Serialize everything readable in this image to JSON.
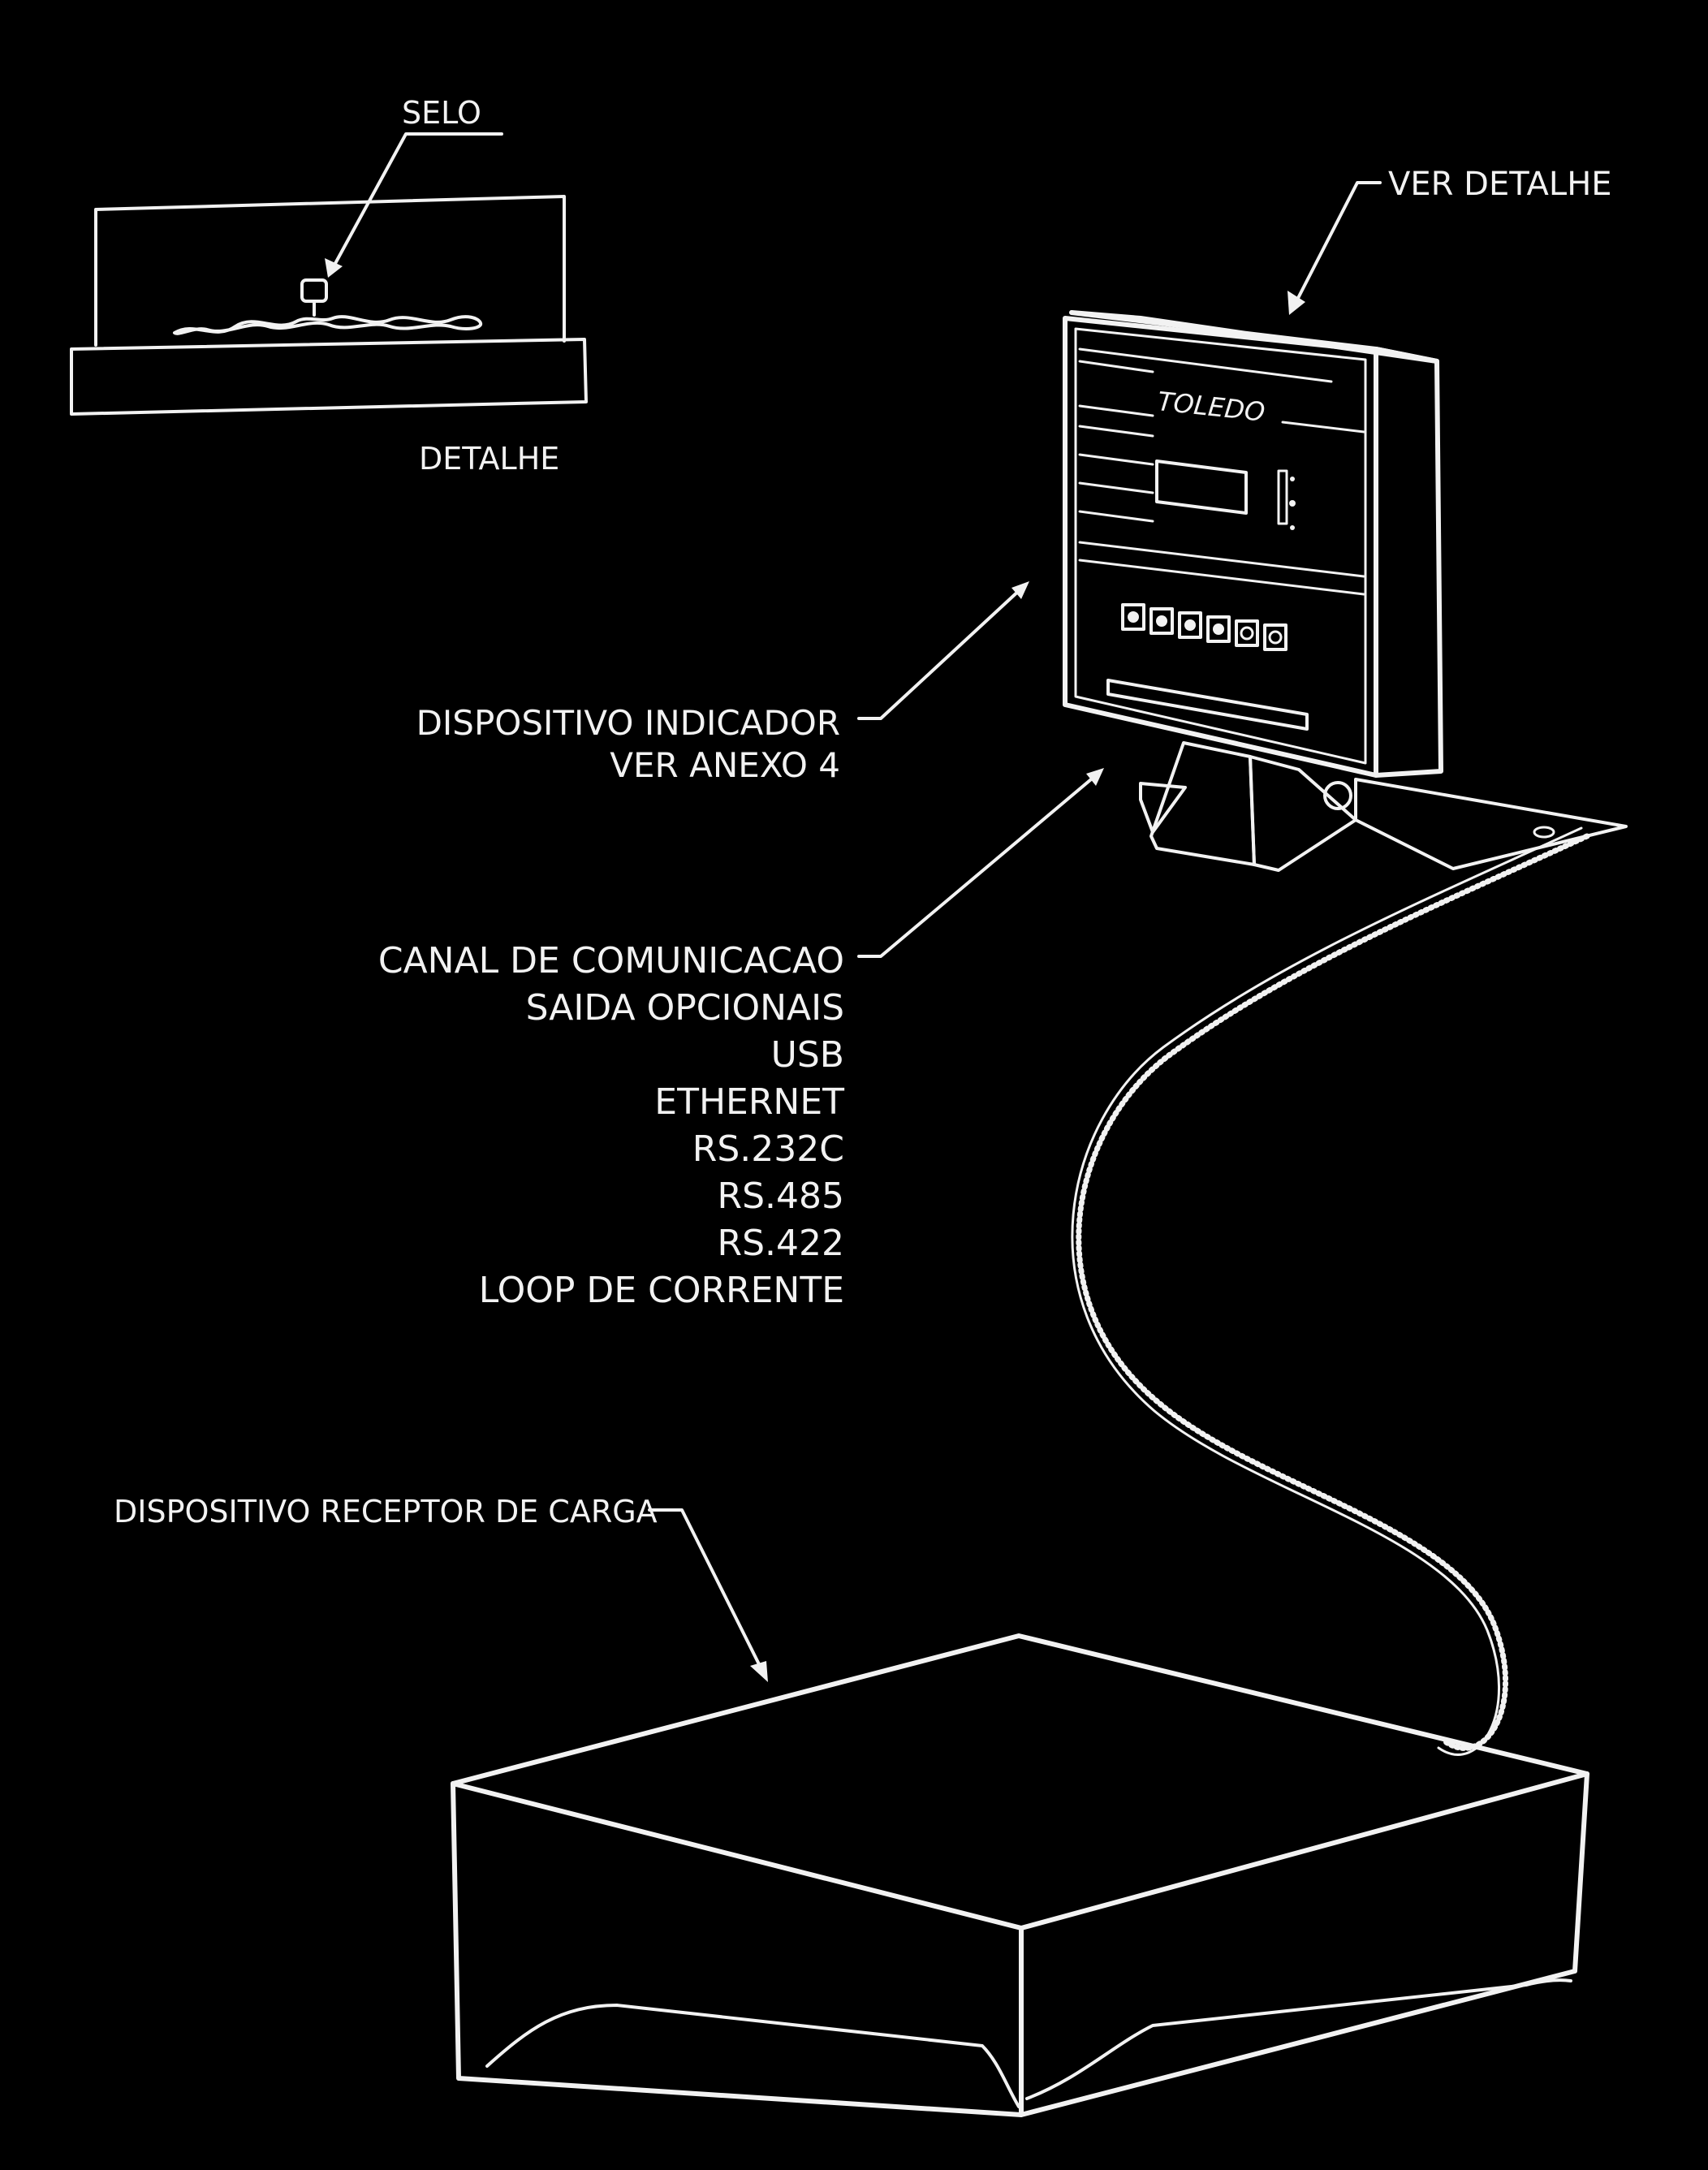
{
  "detail_inset": {
    "seal_label": "SELO",
    "caption": "DETALHE"
  },
  "callouts": {
    "see_detail": "VER DETALHE",
    "indicator_line1": "DISPOSITIVO INDICADOR",
    "indicator_line2": "VER ANEXO 4",
    "comm_lines": [
      "CANAL DE COMUNICACAO",
      "SAIDA OPCIONAIS",
      "USB",
      "ETHERNET",
      "RS.232C",
      "RS.485",
      "RS.422",
      "LOOP DE CORRENTE"
    ],
    "load_receptor": "DISPOSITIVO RECEPTOR DE CARGA"
  },
  "indicator": {
    "brand": "TOLEDO"
  },
  "colors": {
    "background": "#000000",
    "line": "#f2f2f2"
  }
}
